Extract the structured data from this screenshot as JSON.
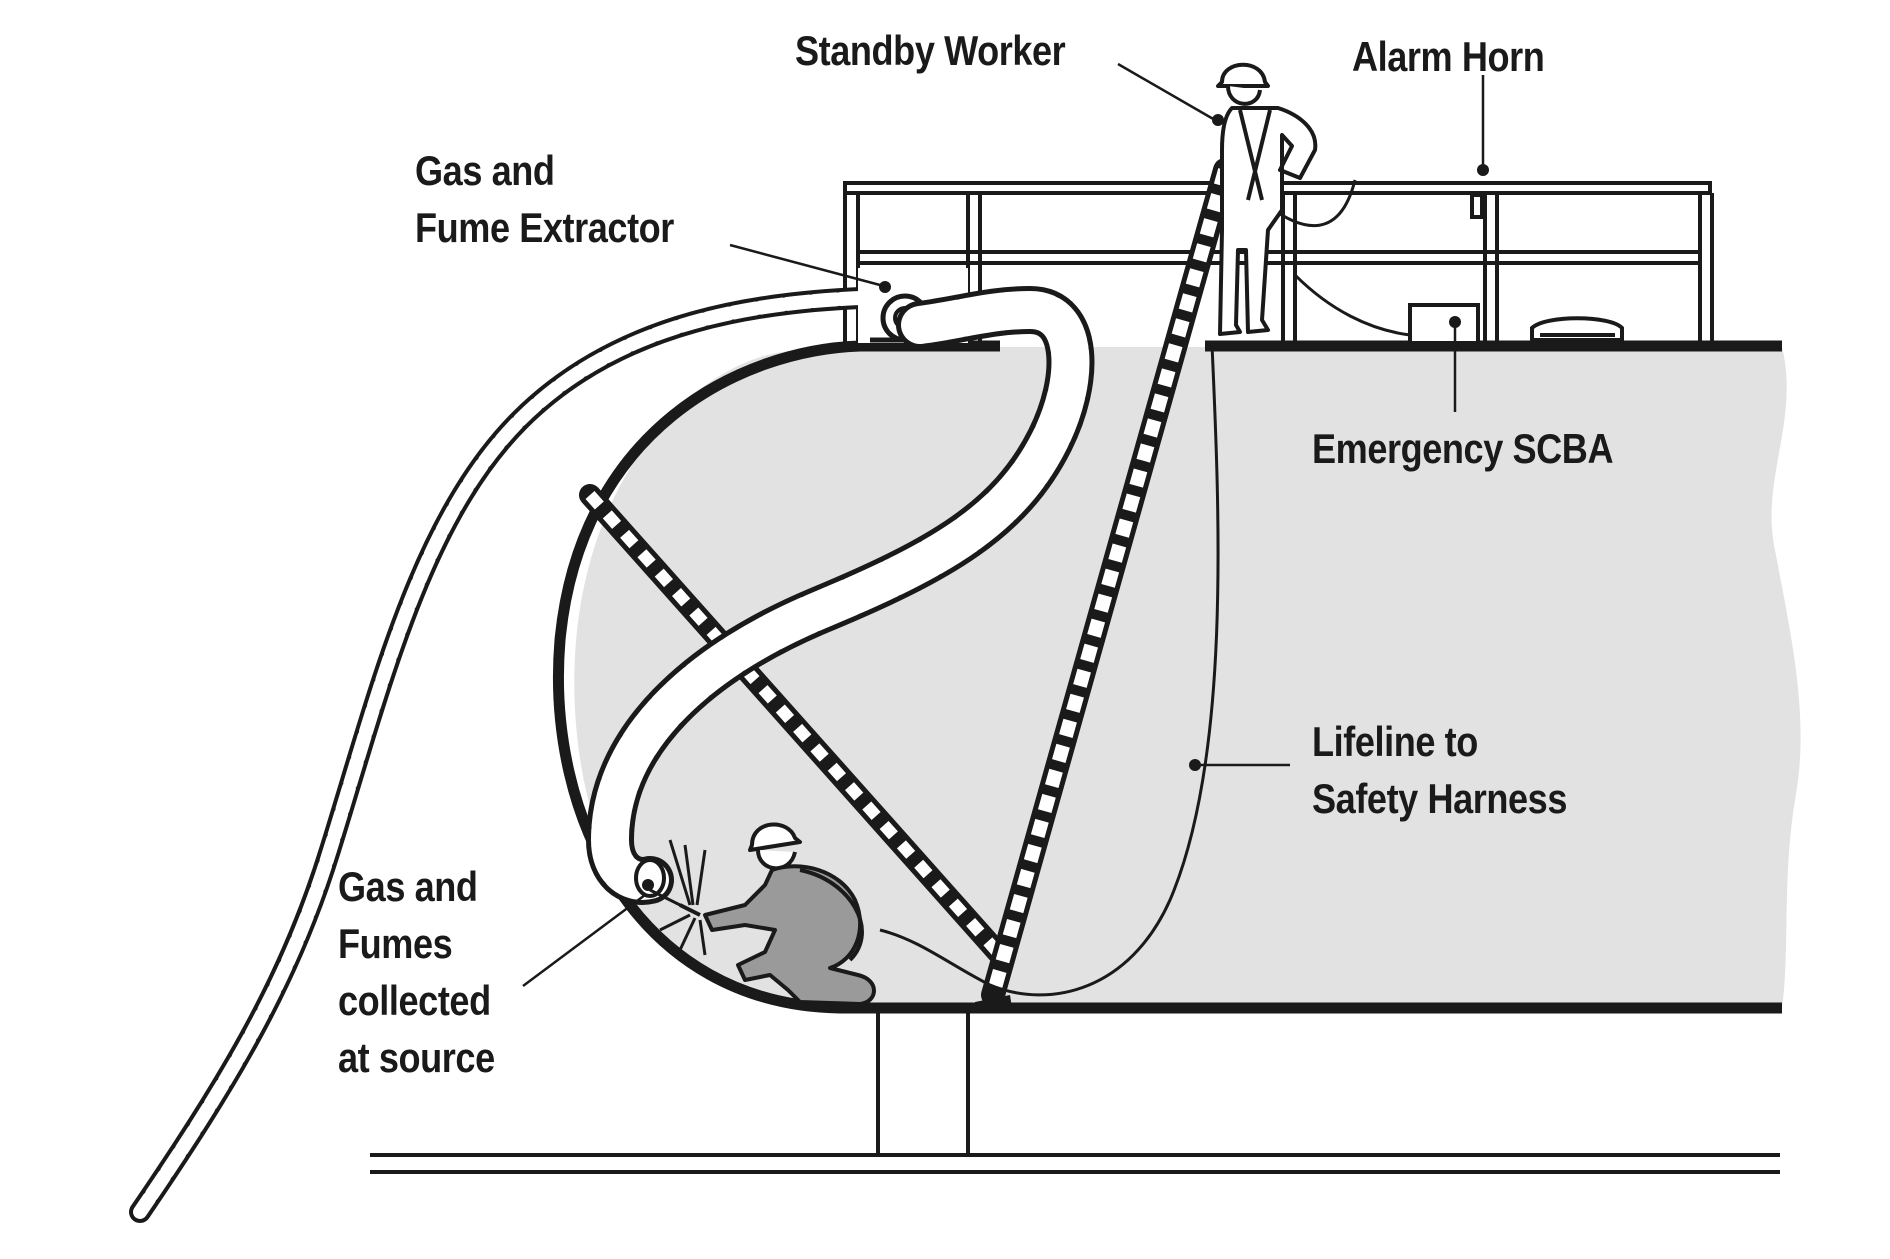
{
  "diagram": {
    "labels": {
      "standby_worker": "Standby Worker",
      "alarm_horn": "Alarm Horn",
      "gas_fume_extractor": [
        "Gas and",
        "Fume Extractor"
      ],
      "emergency_scba": "Emergency SCBA",
      "lifeline": [
        "Lifeline to",
        "Safety Harness"
      ],
      "gas_fumes_collected": [
        "Gas and",
        "Fumes",
        "collected",
        "at source"
      ]
    },
    "colors": {
      "ink": "#1a1a1a",
      "tank_fill": "#e2e2e2",
      "worker_fill": "#9a9a9a",
      "background": "#ffffff"
    }
  }
}
